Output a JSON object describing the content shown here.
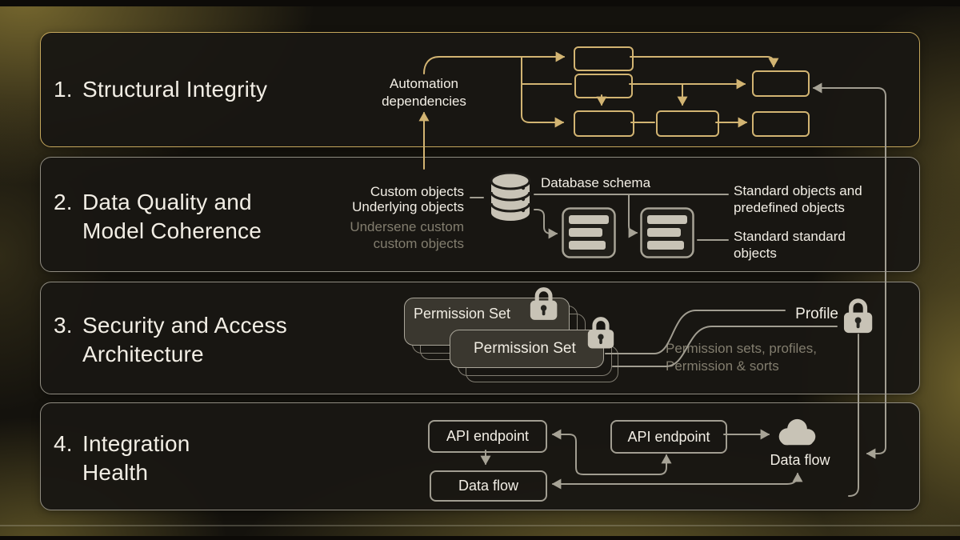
{
  "colors": {
    "gold": "#d2b472",
    "gold-border": "#c5a75c",
    "grayline": "#a19d91",
    "frame-gray": "#8f8b80",
    "text-white": "#f2eee5",
    "text-gray": "#827d6e",
    "beige": "#c8c3b6",
    "card-fill": "#3a372f"
  },
  "sections": [
    {
      "number": "1.",
      "title": "Structural Integrity"
    },
    {
      "number": "2.",
      "title": "Data Quality and Model Coherence"
    },
    {
      "number": "3.",
      "title": "Security and Access Architecture"
    },
    {
      "number": "4.",
      "title": "Integration Health"
    }
  ],
  "section1": {
    "automation_label": "Automation dependencies"
  },
  "section2": {
    "custom_objects": "Custom objects",
    "underlying_objects": "Underlying objects",
    "undersene_custom": "Undersene custom custom objects",
    "database_schema": "Database schema",
    "standard_objects": "Standard objects and predefined objects",
    "standard_standard": "Standard standard objects"
  },
  "section3": {
    "permission_set_1": "Permission Set",
    "permission_set_2": "Permission Set",
    "profile": "Profile",
    "caption": "Permission sets, profiles, Permission & sorts"
  },
  "section4": {
    "api_endpoint_1": "API endpoint",
    "api_endpoint_2": "API endpoint",
    "data_flow_box": "Data flow",
    "data_flow_label": "Data flow"
  },
  "icons": {
    "database": "database-icon",
    "table": "table-icon",
    "lock": "lock-icon",
    "cloud": "cloud-icon"
  }
}
